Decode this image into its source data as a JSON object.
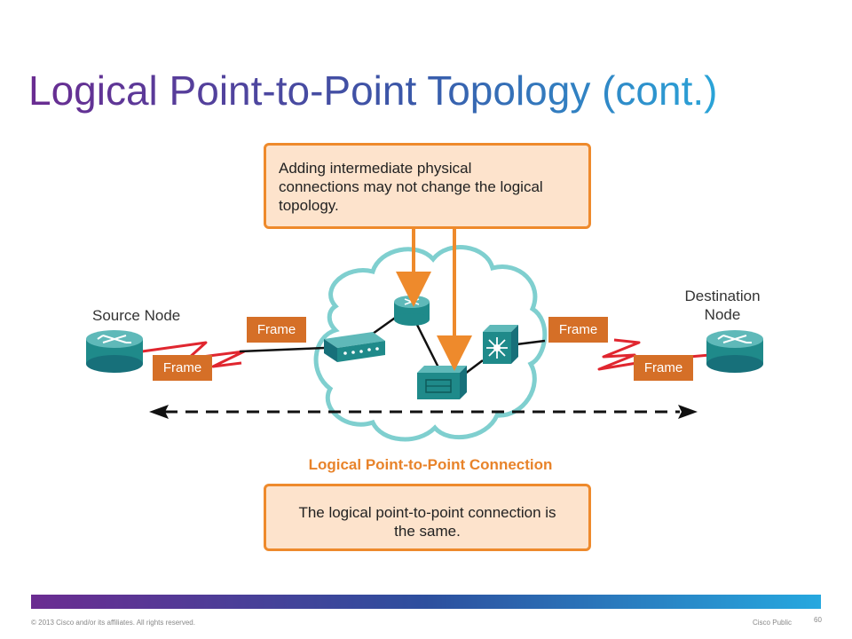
{
  "title": "Logical Point-to-Point Topology (cont.)",
  "callout_top": {
    "line1": "Adding intermediate physical",
    "line2": "connections may not change the logical",
    "line3": "topology."
  },
  "callout_bottom": {
    "line1": "The logical point-to-point connection is",
    "line2": "the same."
  },
  "source_label": "Source Node",
  "destination_label": {
    "line1": "Destination",
    "line2": "Node"
  },
  "frame_label": "Frame",
  "connection_label": "Logical Point-to-Point Connection",
  "footer": {
    "copyright": "© 2013 Cisco and/or its affiliates. All rights reserved.",
    "classification": "Cisco Public",
    "page_number": "60"
  },
  "colors": {
    "accent_orange": "#ee8a2c",
    "callout_fill": "#fde3cc",
    "frame_fill": "#d56f27",
    "device_teal": "#1f8a8a",
    "cloud_outline": "#7fcfcf",
    "serial_link_red": "#e0262f"
  },
  "icons": [
    "router-icon",
    "switch-icon",
    "multilayer-switch-icon",
    "hub-icon",
    "cloud-icon"
  ]
}
